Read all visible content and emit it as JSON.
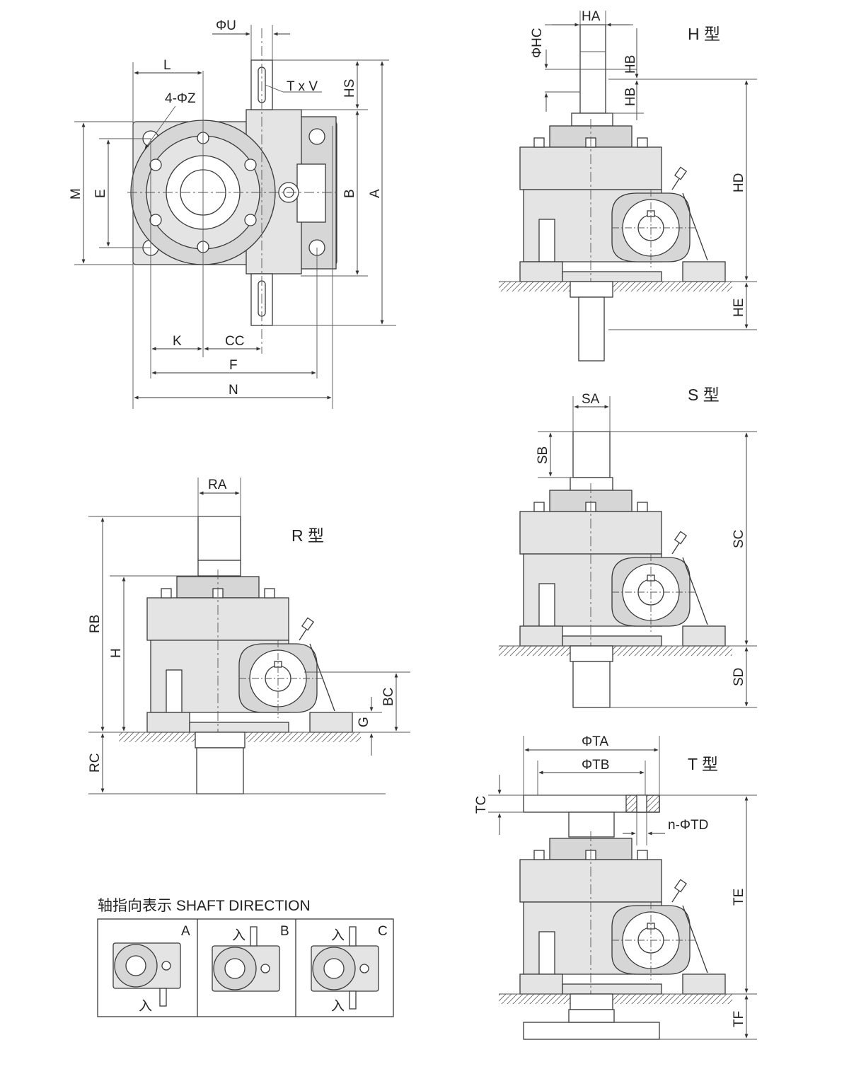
{
  "views": {
    "h_type": "H 型",
    "s_type": "S 型",
    "t_type": "T 型",
    "r_type": "R 型"
  },
  "plan_dims": {
    "phi_u": "ΦU",
    "l": "L",
    "phi_z": "4-ΦZ",
    "txv": "T x V",
    "hs": "HS",
    "m": "M",
    "e": "E",
    "b": "B",
    "a": "A",
    "k": "K",
    "cc": "CC",
    "f": "F",
    "n": "N"
  },
  "h_dims": {
    "ha": "HA",
    "phi_hc": "ΦHC",
    "hb_top": "HB",
    "hb_bottom": "HB",
    "hd": "HD",
    "he": "HE"
  },
  "s_dims": {
    "sa": "SA",
    "sb": "SB",
    "sc": "SC",
    "sd": "SD"
  },
  "t_dims": {
    "phi_ta": "ΦTA",
    "phi_tb": "ΦTB",
    "tc": "TC",
    "n_phi_td": "n-ΦTD",
    "te": "TE",
    "tf": "TF"
  },
  "r_dims": {
    "ra": "RA",
    "rb": "RB",
    "h": "H",
    "rc": "RC",
    "bc": "BC",
    "g": "G"
  },
  "shaft_direction": {
    "caption": "轴指向表示 SHAFT DIRECTION",
    "panels": [
      {
        "letter": "A",
        "inputs": [
          "入"
        ]
      },
      {
        "letter": "B",
        "inputs": [
          "入"
        ]
      },
      {
        "letter": "C",
        "inputs": [
          "入",
          "入"
        ]
      }
    ]
  }
}
